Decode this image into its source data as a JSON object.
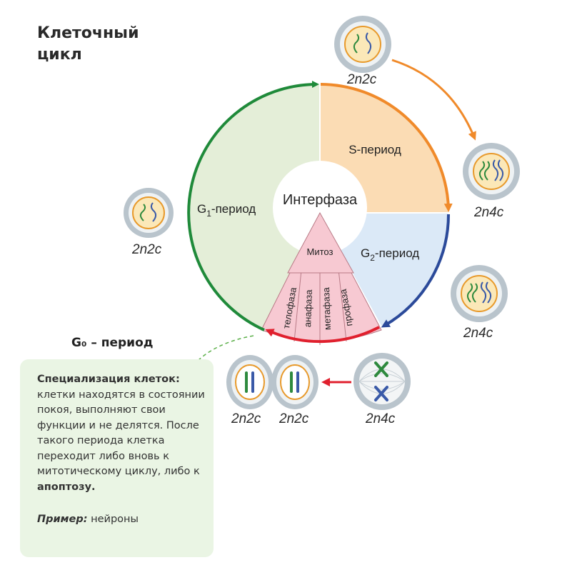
{
  "title": {
    "line1": "Клеточный",
    "line2": "цикл"
  },
  "cycle": {
    "center": "Интерфаза",
    "g1": {
      "main": "G",
      "sub": "1",
      "rest": "-период"
    },
    "s": "S-период",
    "g2": {
      "main": "G",
      "sub": "2",
      "rest": "-период"
    },
    "mitosis": "Митоз",
    "phases": [
      "телофаза",
      "анафаза",
      "метафаза",
      "профаза"
    ]
  },
  "formulas": {
    "top": "2n2c",
    "right_upper": "2n4c",
    "right_lower": "2n4c",
    "left": "2n2c",
    "bottom_left": "2n2c",
    "bottom_mid": "2n2c",
    "bottom_right": "2n4c"
  },
  "g0": {
    "title": "G₀ – период"
  },
  "card": {
    "head": "Специализация клеток:",
    "text": "клетки находятся в состоянии покоя, выполняют свои функции и не делятся. После такого периода клетка переходит либо вновь к митотическому циклу, либо к",
    "bold_end": "апоптозу.",
    "example_label": "Пример:",
    "example_value": "нейроны"
  },
  "colors": {
    "g1_fill": "#e4eed8",
    "s_fill": "#fbdcb4",
    "g2_fill": "#dbe9f7",
    "mitosis_fill": "#f7c9d2",
    "arrow_green": "#1f8a3a",
    "arrow_orange": "#f08a2a",
    "arrow_blue": "#2b4a9a",
    "arrow_red": "#e0202e",
    "card_bg": "#eaf5e4"
  }
}
